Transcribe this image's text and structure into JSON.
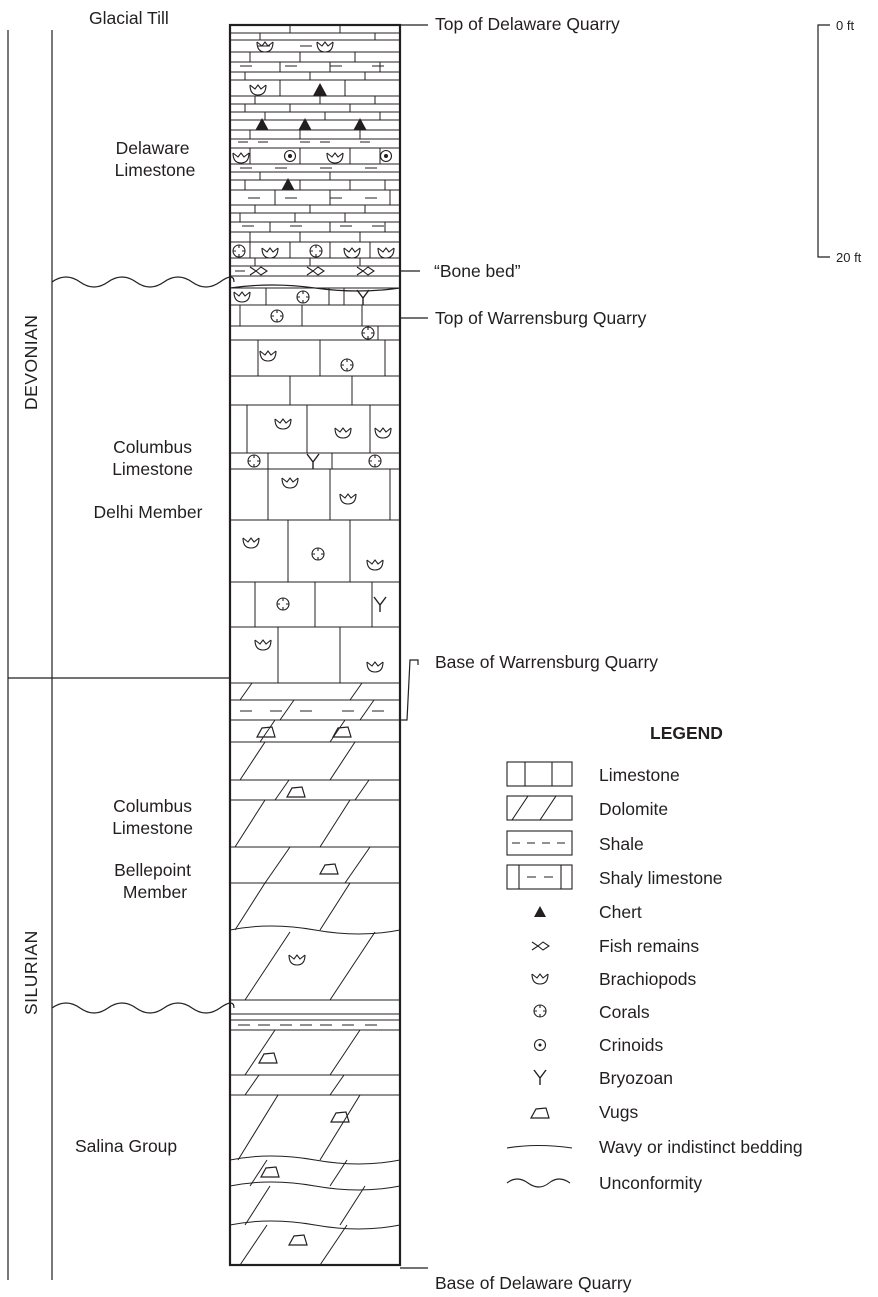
{
  "units": {
    "glacial_till": "Glacial Till",
    "delaware": [
      "Delaware",
      "Limestone"
    ],
    "delhi": [
      "Columbus",
      "Limestone",
      "Delhi Member"
    ],
    "bellepoint": [
      "Columbus",
      "Limestone",
      "Bellepoint",
      "Member"
    ],
    "salina": "Salina Group"
  },
  "periods": {
    "devonian": "DEVONIAN",
    "silurian": "SILURIAN"
  },
  "markers": {
    "top_delaware": "Top of Delaware Quarry",
    "bone_bed": "“Bone bed”",
    "top_warrensburg": "Top of Warrensburg Quarry",
    "base_warrensburg": "Base of Warrensburg Quarry",
    "base_delaware": "Base of Delaware Quarry"
  },
  "scale": {
    "top": "0 ft",
    "bottom": "20 ft"
  },
  "legend": {
    "title": "LEGEND",
    "items": [
      {
        "icon": "limestone-icon",
        "label": "Limestone"
      },
      {
        "icon": "dolomite-icon",
        "label": "Dolomite"
      },
      {
        "icon": "shale-icon",
        "label": "Shale"
      },
      {
        "icon": "shaly-limestone-icon",
        "label": "Shaly limestone"
      },
      {
        "icon": "chert-icon",
        "label": "Chert"
      },
      {
        "icon": "fish-remains-icon",
        "label": "Fish remains"
      },
      {
        "icon": "brachiopod-icon",
        "label": "Brachiopods"
      },
      {
        "icon": "coral-icon",
        "label": "Corals"
      },
      {
        "icon": "crinoid-icon",
        "label": "Crinoids"
      },
      {
        "icon": "bryozoan-icon",
        "label": "Bryozoan"
      },
      {
        "icon": "vug-icon",
        "label": "Vugs"
      },
      {
        "icon": "wavy-bedding-icon",
        "label": "Wavy or indistinct bedding"
      },
      {
        "icon": "unconformity-icon",
        "label": "Unconformity"
      }
    ]
  }
}
